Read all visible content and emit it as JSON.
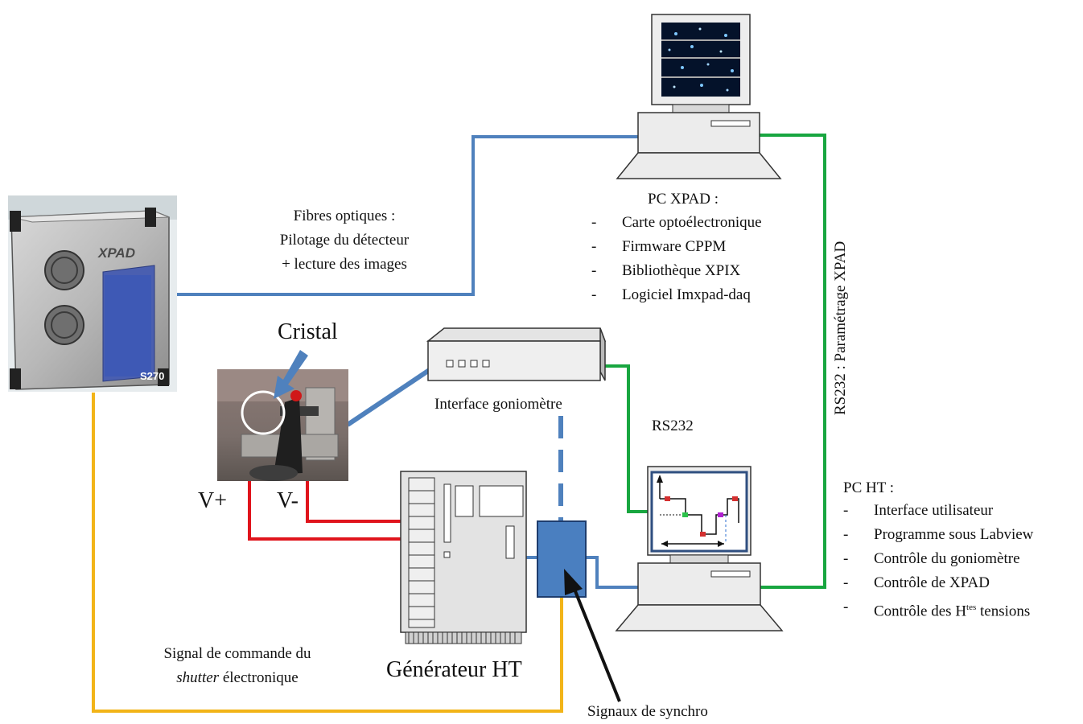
{
  "detector": {
    "brand": "XPAD",
    "model": "S270"
  },
  "pc_xpad": {
    "title": "PC XPAD :",
    "items": [
      "Carte optoélectronique",
      "Firmware CPPM",
      "Bibliothèque XPIX",
      "Logiciel Imxpad-daq"
    ]
  },
  "fiber_label": {
    "line1": "Fibres optiques :",
    "line2": "Pilotage du détecteur",
    "line3": "+ lecture des images"
  },
  "crystal_label": "Cristal",
  "vplus_label": "V+",
  "vminus_label": "V-",
  "goniometer_label": "Interface goniomètre",
  "rs232_label": "RS232",
  "rs232_vertical_label": "RS232 : Paramétrage  XPAD",
  "pc_ht": {
    "title": "PC HT :",
    "items": [
      "Interface utilisateur",
      "Programme sous Labview",
      "Contrôle du goniomètre",
      "Contrôle de XPAD"
    ],
    "last_item_pre": "Contrôle des H",
    "last_item_sup": "tes",
    "last_item_post": " tensions"
  },
  "generator_label": "Générateur HT",
  "shutter_label": {
    "line1": "Signal de commande du",
    "line2_italic": "shutter",
    "line2_rest": " électronique"
  },
  "sync_label": "Signaux  de synchro",
  "colors": {
    "fiber": "#4f81bd",
    "rs232": "#18a640",
    "hv": "#e0141c",
    "shutter": "#f2b418",
    "synchro_box": "#4a7fc0"
  }
}
